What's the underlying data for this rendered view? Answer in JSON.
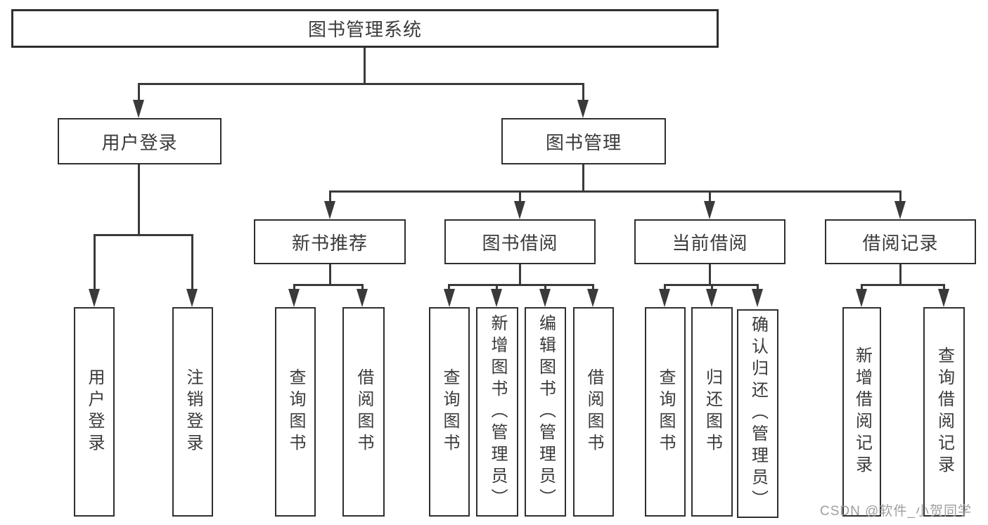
{
  "tree": {
    "root": {
      "label": "图书管理系统"
    },
    "branches": [
      {
        "label": "用户登录",
        "children": [
          {
            "label": "用户登录"
          },
          {
            "label": "注销登录"
          }
        ]
      },
      {
        "label": "图书管理",
        "children": [
          {
            "label": "新书推荐",
            "children": [
              {
                "label": "查询图书"
              },
              {
                "label": "借阅图书"
              }
            ]
          },
          {
            "label": "图书借阅",
            "children": [
              {
                "label": "查询图书"
              },
              {
                "label": "新增图书（管理员）"
              },
              {
                "label": "编辑图书（管理员）"
              },
              {
                "label": "借阅图书"
              }
            ]
          },
          {
            "label": "当前借阅",
            "children": [
              {
                "label": "查询图书"
              },
              {
                "label": "归还图书"
              },
              {
                "label": "确认归还（管理员）"
              }
            ]
          },
          {
            "label": "借阅记录",
            "children": [
              {
                "label": "新增借阅记录"
              },
              {
                "label": "查询借阅记录"
              }
            ]
          }
        ]
      }
    ]
  },
  "watermark": {
    "text": "CSDN @软件_小贺同学"
  },
  "colors": {
    "line": "#3a3a3a",
    "box_border": "#2f2f2f",
    "box_fill": "#ffffff",
    "text": "#3a3a3a",
    "watermark": "#9e9e9e",
    "background": "#ffffff"
  }
}
